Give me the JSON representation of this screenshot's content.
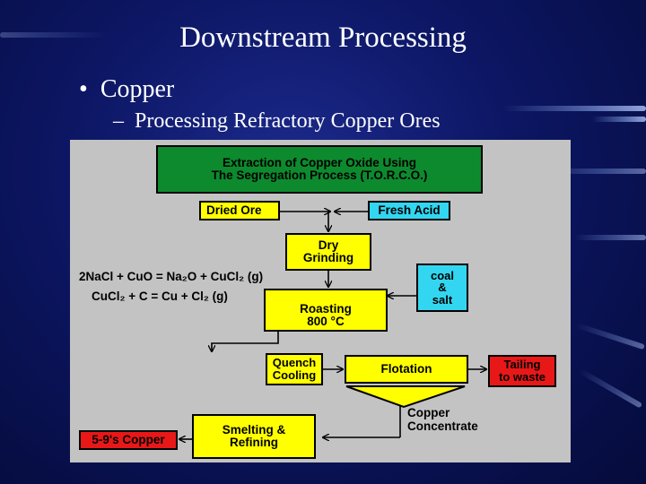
{
  "slide": {
    "title": "Downstream Processing",
    "bullet_marker": "•",
    "bullet": "Copper",
    "sub_marker": "–",
    "sub_bullet": "Processing Refractory Copper Ores"
  },
  "diagram": {
    "header_line1": "Extraction of Copper Oxide Using",
    "header_line2": "The Segregation Process (T.O.R.C.O.)",
    "dried_ore": "Dried  Ore",
    "fresh_acid": "Fresh Acid",
    "dry_grinding_1": "Dry",
    "dry_grinding_2": "Grinding",
    "coal_1": "coal",
    "coal_2": "&",
    "coal_3": "salt",
    "roasting_1": "Roasting",
    "roasting_2": "800 °C",
    "quench_1": "Quench",
    "quench_2": "Cooling",
    "flotation": "Flotation",
    "tailing_1": "Tailing",
    "tailing_2": "to waste",
    "copper_conc_1": "Copper",
    "copper_conc_2": "Concentrate",
    "smelting_1": "Smelting &",
    "smelting_2": "Refining",
    "product": "5-9's Copper",
    "equation_1": "2NaCl + CuO = Na₂O + CuCl₂ (g)",
    "equation_2": "CuCl₂  + C = Cu + Cl₂ (g)",
    "colors": {
      "header_green": "#0d8a2e",
      "yellow": "#ffff00",
      "cyan": "#33d6f0",
      "red": "#e81818",
      "panel_gray": "#c3c3c3"
    }
  }
}
